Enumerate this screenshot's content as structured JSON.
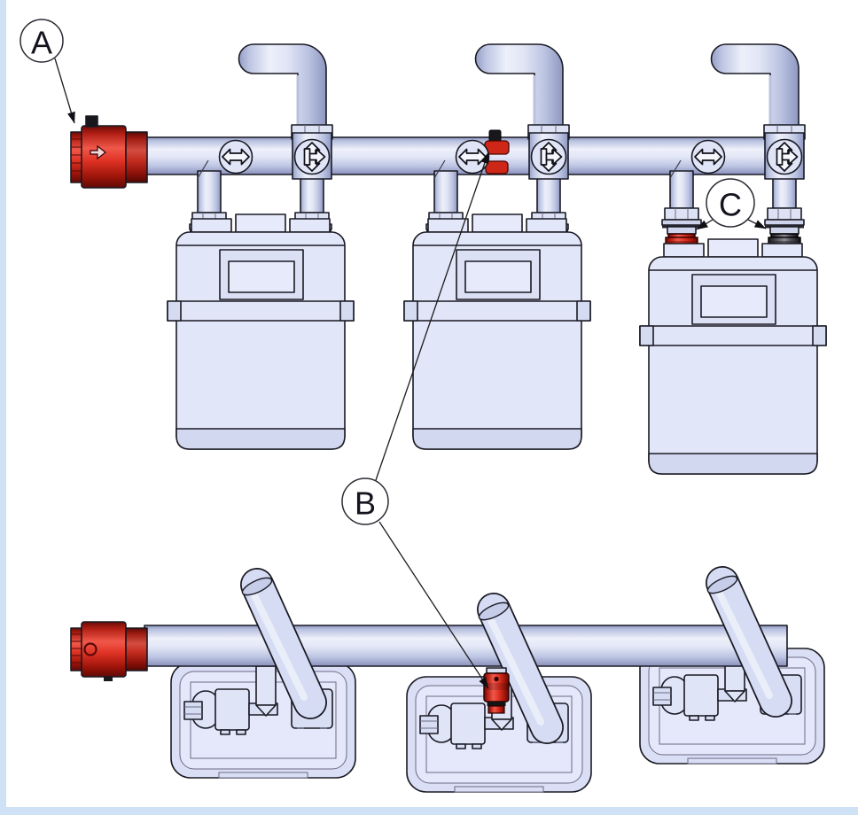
{
  "callouts": {
    "A": {
      "label": "A"
    },
    "B": {
      "label": "B"
    },
    "C": {
      "label": "C"
    }
  },
  "figures": {
    "meter_count": 3,
    "callout_count": 3
  },
  "colors": {
    "pipe": "#d6dcf3",
    "pipe_shadow": "#8e98c0",
    "meter_body": "#e2e6f9",
    "red_fitting": "#d7291b",
    "dark_fitting": "#4b4b52",
    "outline": "#1a1a24",
    "leader_line": "#1c1c1c",
    "page_edge": "#cfe2f5"
  }
}
